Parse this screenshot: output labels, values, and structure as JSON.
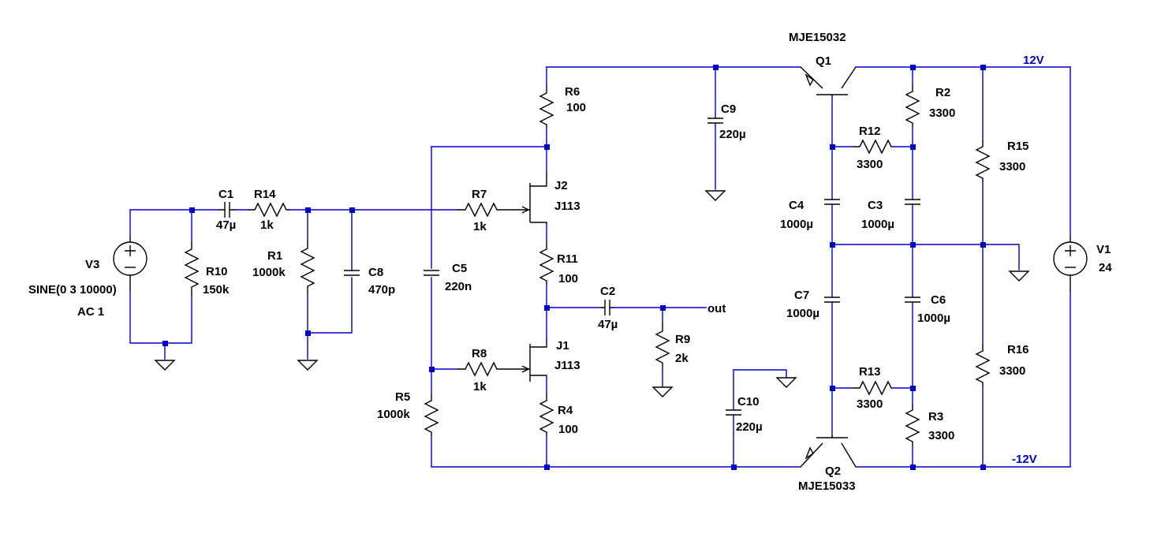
{
  "colors": {
    "wire": "#0000cc",
    "component": "#000000",
    "background": "#ffffff"
  },
  "nets": {
    "vpos": "12V",
    "vneg": "-12V",
    "out": "out"
  },
  "components": {
    "V3": {
      "ref": "V3",
      "value": "SINE(0 3 10000)",
      "value2": "AC 1"
    },
    "R10": {
      "ref": "R10",
      "value": "150k"
    },
    "C1": {
      "ref": "C1",
      "value": "47µ"
    },
    "R14": {
      "ref": "R14",
      "value": "1k"
    },
    "R1": {
      "ref": "R1",
      "value": "1000k"
    },
    "C8": {
      "ref": "C8",
      "value": "470p"
    },
    "C5": {
      "ref": "C5",
      "value": "220n"
    },
    "R5": {
      "ref": "R5",
      "value": "1000k"
    },
    "R7": {
      "ref": "R7",
      "value": "1k"
    },
    "R8": {
      "ref": "R8",
      "value": "1k"
    },
    "R6": {
      "ref": "R6",
      "value": "100"
    },
    "J2": {
      "ref": "J2",
      "value": "J113"
    },
    "R11": {
      "ref": "R11",
      "value": "100"
    },
    "J1": {
      "ref": "J1",
      "value": "J113"
    },
    "R4": {
      "ref": "R4",
      "value": "100"
    },
    "C2": {
      "ref": "C2",
      "value": "47µ"
    },
    "R9": {
      "ref": "R9",
      "value": "2k"
    },
    "C9": {
      "ref": "C9",
      "value": "220µ"
    },
    "C10": {
      "ref": "C10",
      "value": "220µ"
    },
    "Q1": {
      "ref": "Q1",
      "value": "MJE15032"
    },
    "Q2": {
      "ref": "Q2",
      "value": "MJE15033"
    },
    "R2": {
      "ref": "R2",
      "value": "3300"
    },
    "R12": {
      "ref": "R12",
      "value": "3300"
    },
    "C4": {
      "ref": "C4",
      "value": "1000µ"
    },
    "C3": {
      "ref": "C3",
      "value": "1000µ"
    },
    "C7": {
      "ref": "C7",
      "value": "1000µ"
    },
    "C6": {
      "ref": "C6",
      "value": "1000µ"
    },
    "R13": {
      "ref": "R13",
      "value": "3300"
    },
    "R3": {
      "ref": "R3",
      "value": "3300"
    },
    "R15": {
      "ref": "R15",
      "value": "3300"
    },
    "R16": {
      "ref": "R16",
      "value": "3300"
    },
    "V1": {
      "ref": "V1",
      "value": "24"
    }
  }
}
